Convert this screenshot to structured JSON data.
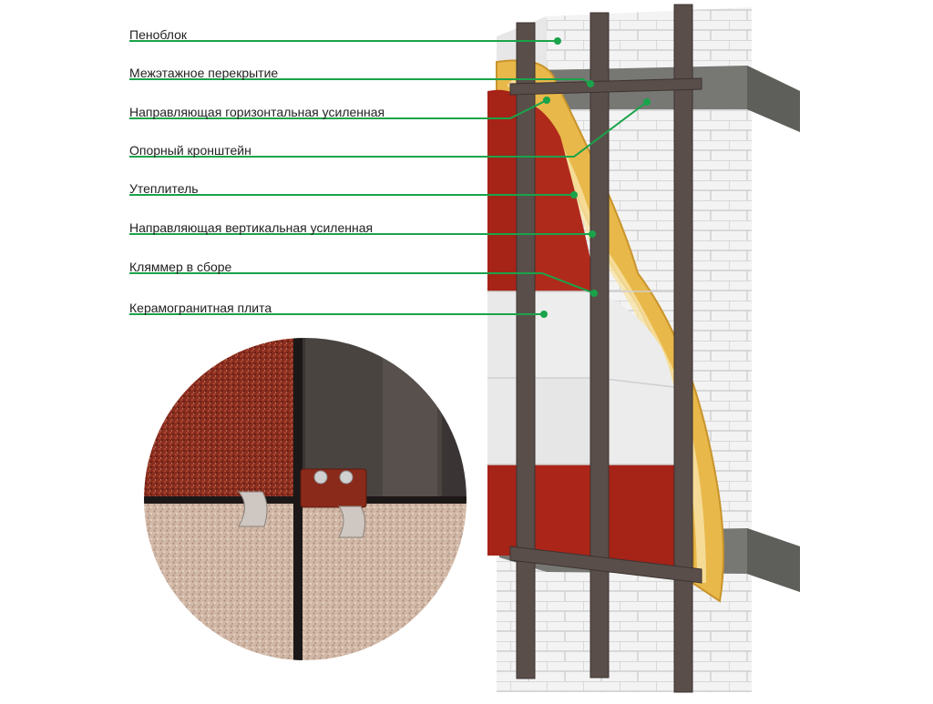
{
  "labels": [
    {
      "id": "penoblok",
      "text": "Пеноблок"
    },
    {
      "id": "perekrytie",
      "text": "Межэтажное перекрытие"
    },
    {
      "id": "horizontal-guide",
      "text": "Направляющая горизонтальная усиленная"
    },
    {
      "id": "bracket",
      "text": "Опорный кронштейн"
    },
    {
      "id": "insulation",
      "text": "Утеплитель"
    },
    {
      "id": "vertical-guide",
      "text": "Направляющая вертикальная усиленная"
    },
    {
      "id": "clamp",
      "text": "Кляммер в сборе"
    },
    {
      "id": "ceramic-tile",
      "text": "Керамогранитная плита"
    }
  ],
  "colors": {
    "leader_line": "#1aa34a",
    "tile_red": "#a52317",
    "tile_white": "#e9e9e9",
    "block": "#f1f1f1",
    "slab": "#6f6f6d",
    "insulation": "#e8b84a",
    "steel": "#5a4e4a"
  }
}
